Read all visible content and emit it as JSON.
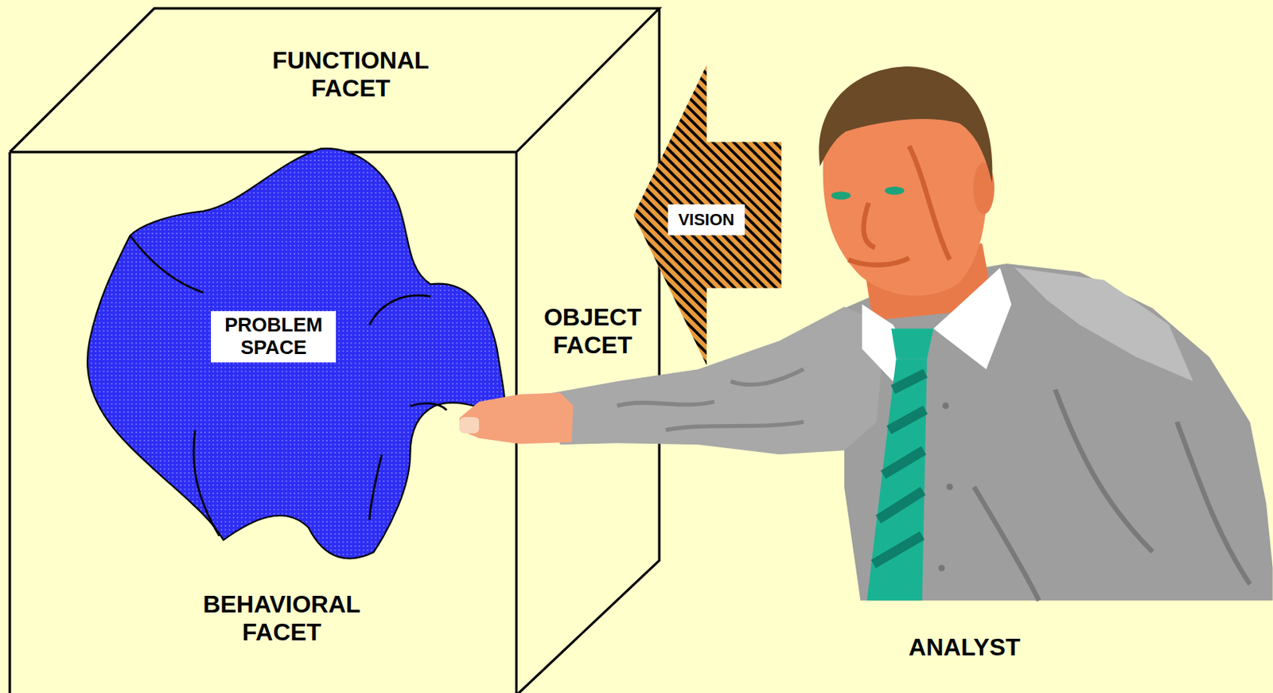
{
  "diagram": {
    "nodes": [
      {
        "text": [
          "FUNCTIONAL FACET",
          "BEHAVIORAL FACET",
          "OBJECT FACET"
        ]
      },
      {
        "text": [
          "PROBLEM SPACE"
        ],
        "in": 0
      },
      {
        "text": [
          "VISION"
        ]
      }
    ],
    "labels": [
      "ANALYST"
    ]
  }
}
